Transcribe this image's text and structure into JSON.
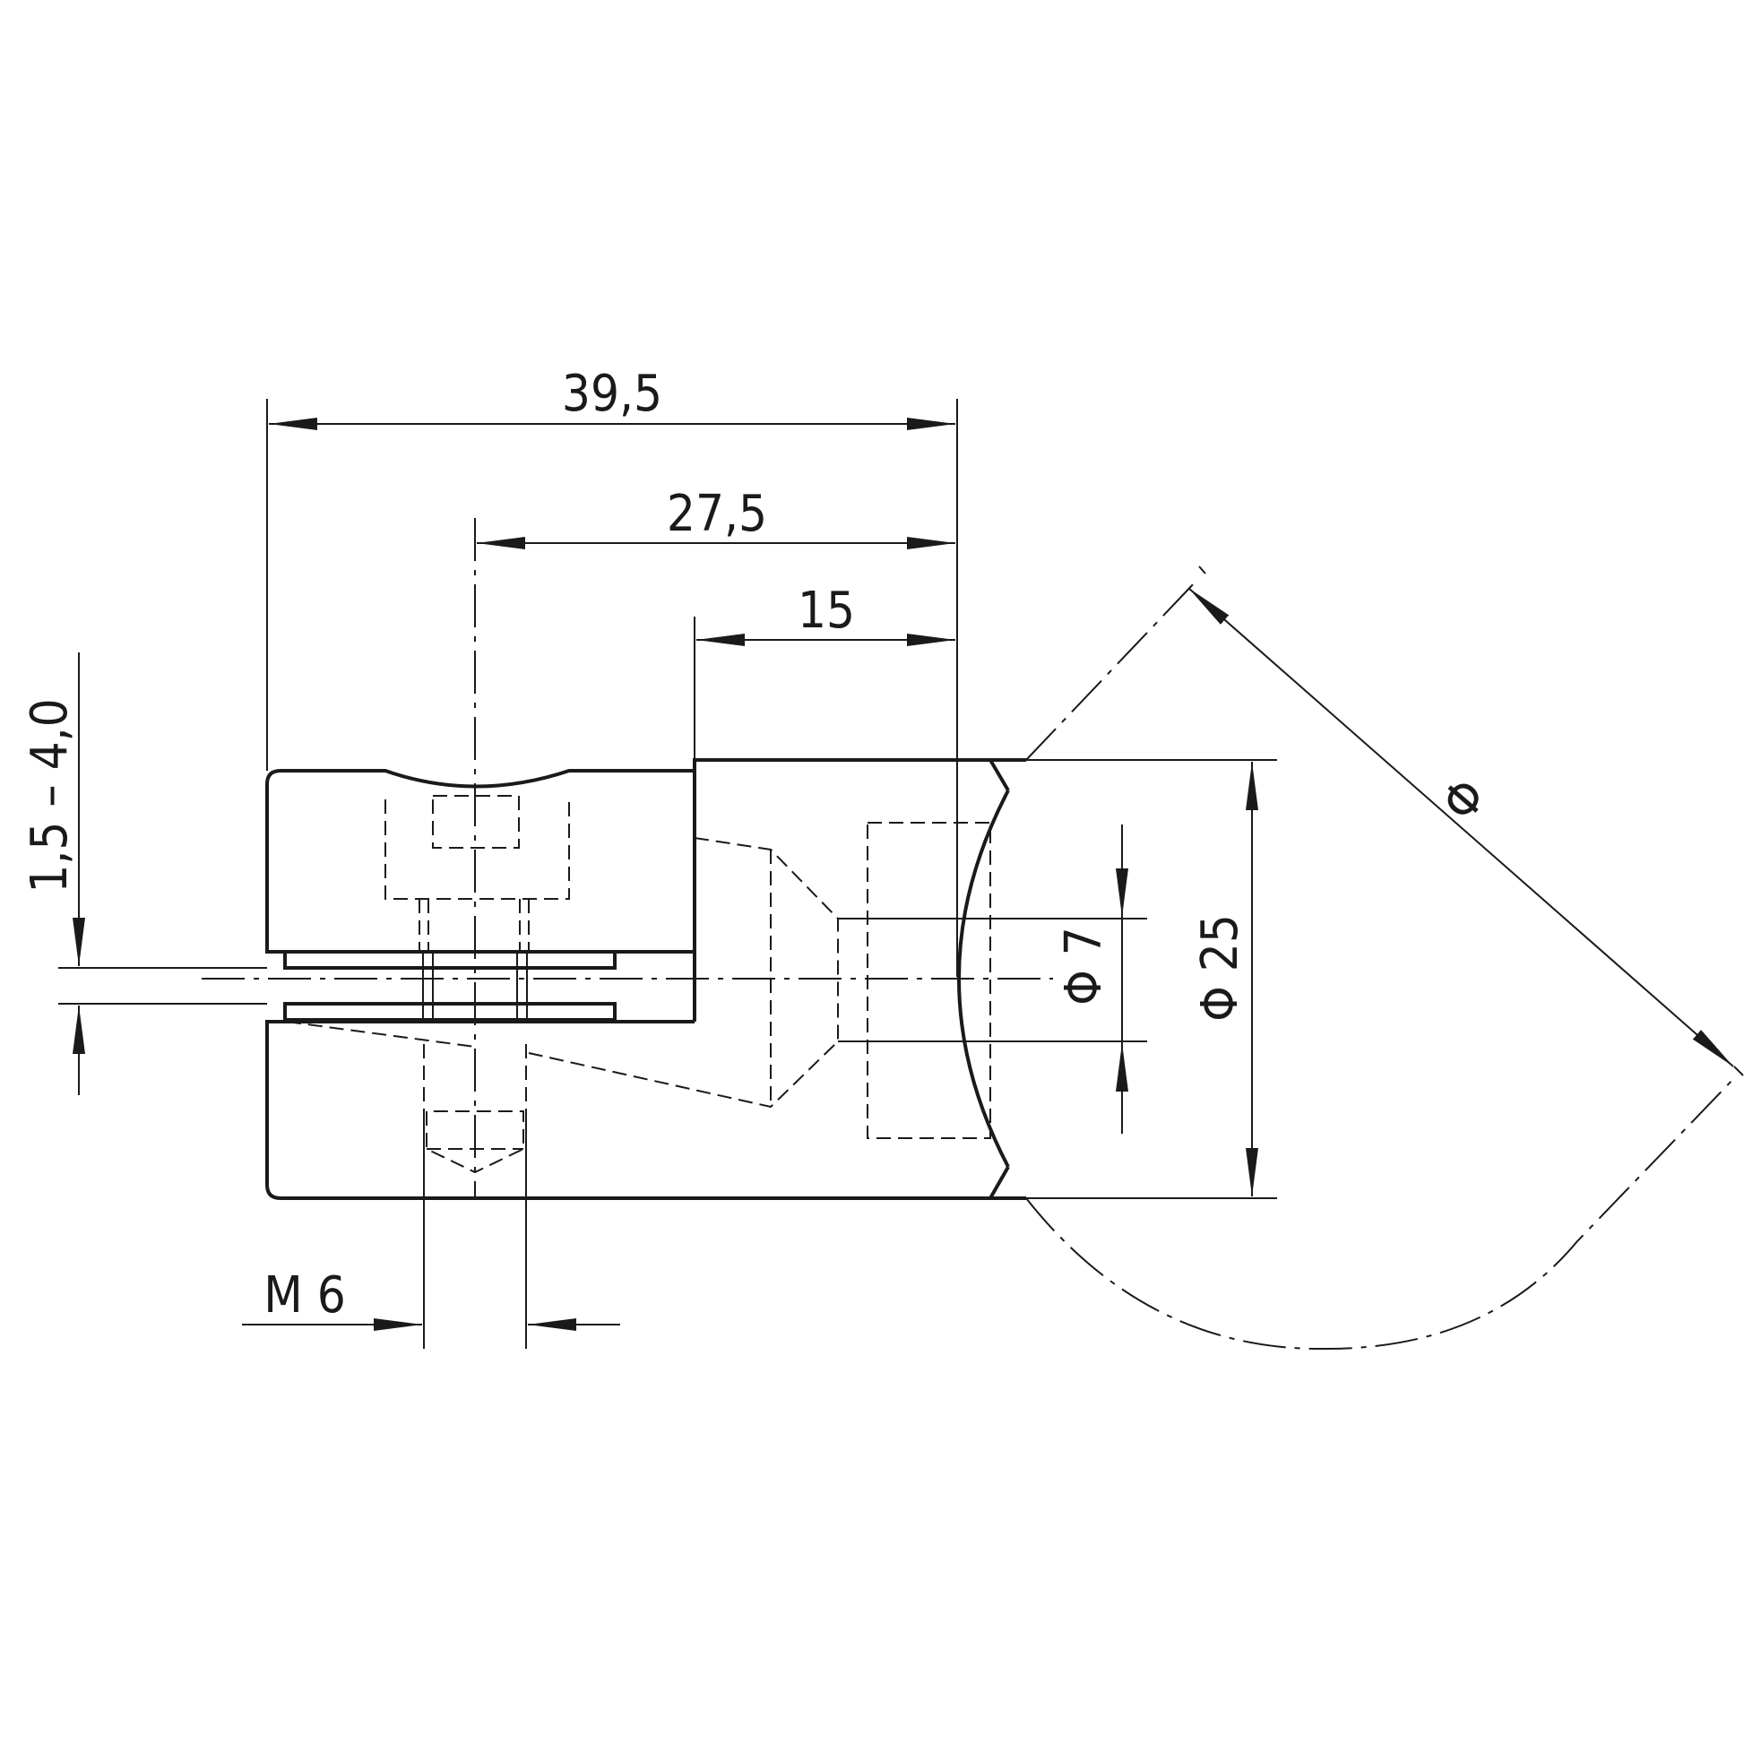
{
  "dimensions": {
    "overall_length": "39,5",
    "to_screw_axis": "27,5",
    "step_length": "15",
    "gap_range": "1,5 – 4,0",
    "thread": "M 6",
    "small_bore": "Φ 7",
    "large_bore": "Φ 25",
    "tube_diameter": "Φ"
  },
  "colors": {
    "line": "#1a1a1a",
    "background": "#ffffff"
  }
}
